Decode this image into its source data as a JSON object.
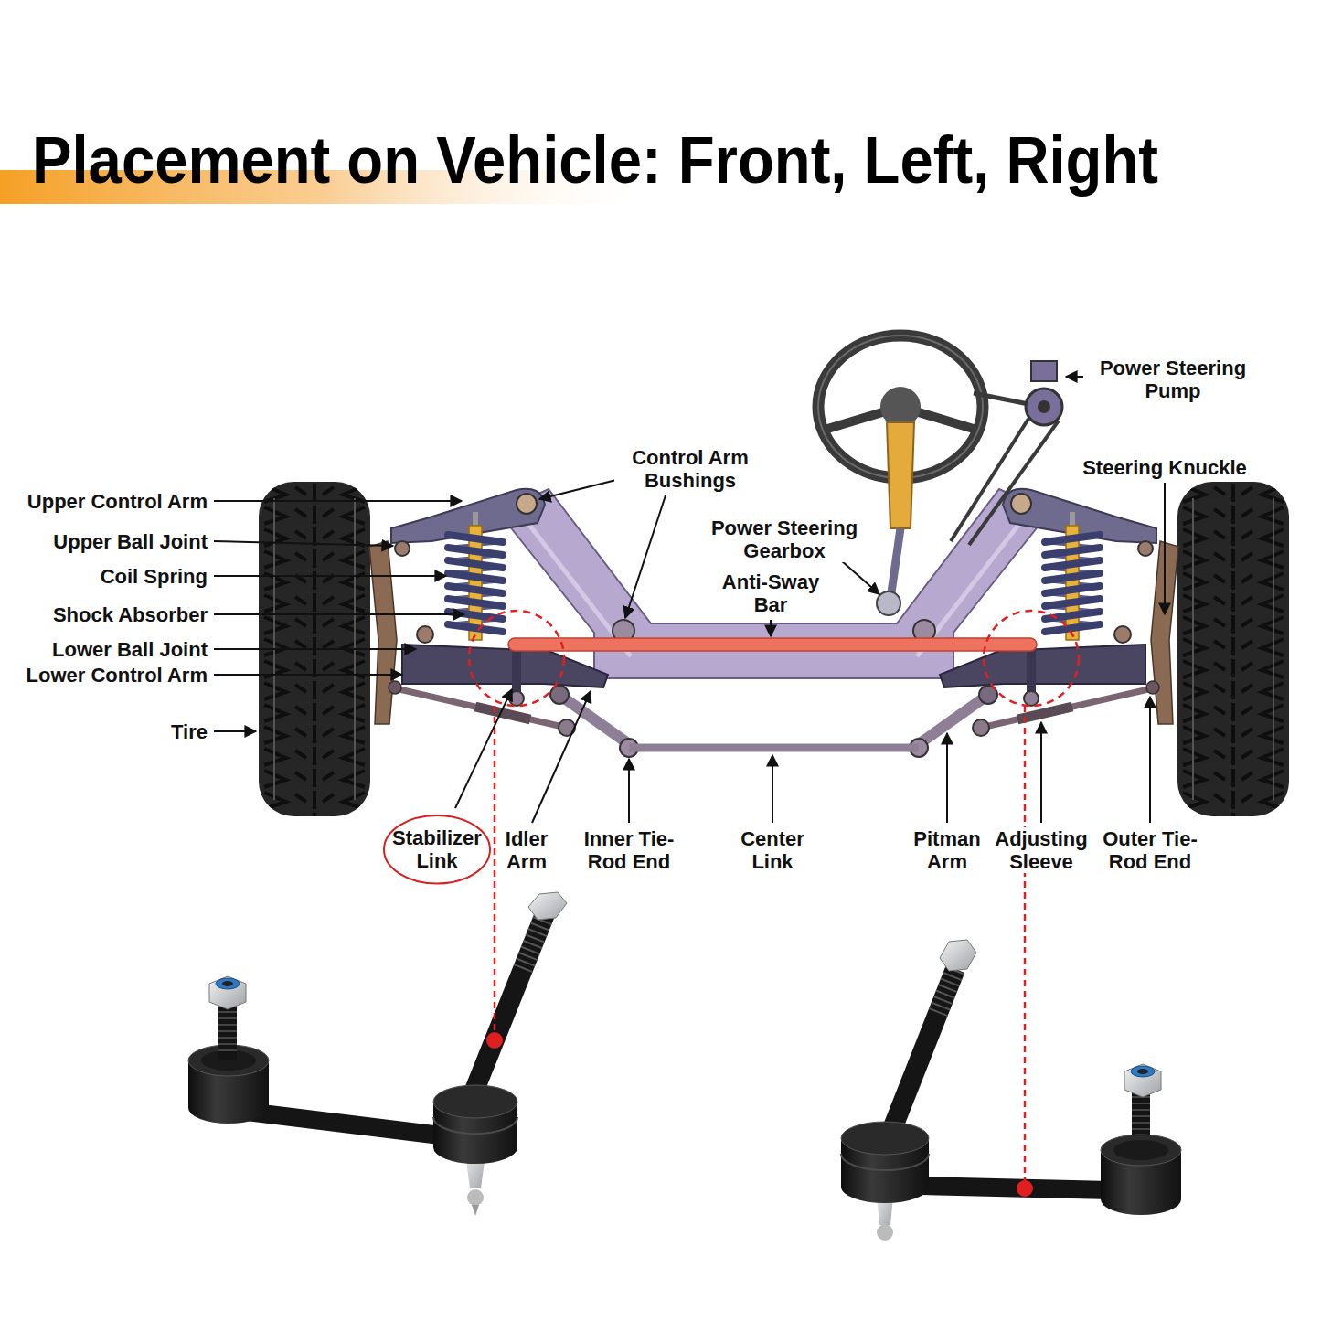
{
  "diagram": {
    "title": "Placement on Vehicle: Front, Left, Right",
    "nodes": [
      {
        "text": [
          "Stabilizer Link"
        ]
      }
    ],
    "labels": [
      "Power Steering Pump",
      "Control Arm Bushings",
      "Steering Knuckle",
      "Upper Control Arm",
      "Upper Ball Joint",
      "Power Steering Gearbox",
      "Coil Spring",
      "Anti-Sway Bar",
      "Shock Absorber",
      "Lower Ball Joint",
      "Lower Control Arm",
      "Tire",
      "Idler Arm",
      "Inner Tie-Rod End",
      "Center Link",
      "Pitman Arm",
      "Adjusting Sleeve",
      "Outer Tie-Rod End"
    ]
  }
}
